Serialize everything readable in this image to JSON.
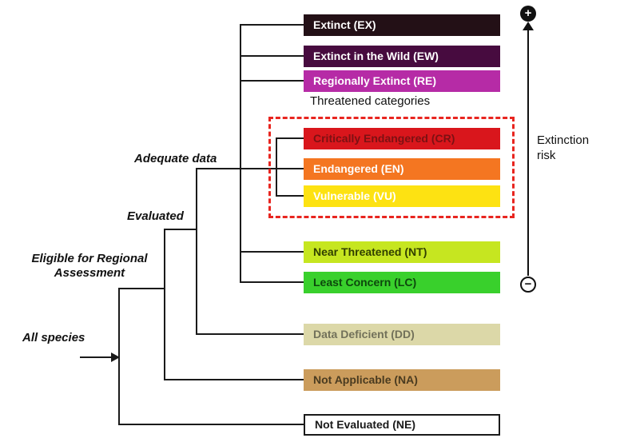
{
  "diagram": {
    "flow_labels": {
      "all_species": "All species",
      "eligible_line1": "Eligible for Regional",
      "eligible_line2": "Assessment",
      "evaluated": "Evaluated",
      "adequate_data": "Adequate data"
    },
    "threatened_group_label": "Threatened categories",
    "risk_axis": {
      "label_line1": "Extinction",
      "label_line2": "risk",
      "plus_symbol": "+",
      "minus_symbol": "−"
    },
    "categories": [
      {
        "id": "ex",
        "label": "Extinct (EX)",
        "bg": "#231016",
        "fg": "#ffffff"
      },
      {
        "id": "ew",
        "label": "Extinct in the Wild (EW)",
        "bg": "#470b3f",
        "fg": "#ffffff"
      },
      {
        "id": "re",
        "label": "Regionally Extinct (RE)",
        "bg": "#b62ba6",
        "fg": "#ffffff"
      },
      {
        "id": "cr",
        "label": "Critically Endangered (CR)",
        "bg": "#d9161c",
        "fg": "#7c1113"
      },
      {
        "id": "en",
        "label": "Endangered (EN)",
        "bg": "#f47621",
        "fg": "#ffffff"
      },
      {
        "id": "vu",
        "label": "Vulnerable (VU)",
        "bg": "#fde212",
        "fg": "#ffffff"
      },
      {
        "id": "nt",
        "label": "Near Threatened (NT)",
        "bg": "#c6e620",
        "fg": "#313f00"
      },
      {
        "id": "lc",
        "label": "Least Concern (LC)",
        "bg": "#39d02c",
        "fg": "#0d470d"
      },
      {
        "id": "dd",
        "label": "Data Deficient (DD)",
        "bg": "#dcd8a8",
        "fg": "#72715a"
      },
      {
        "id": "na",
        "label": "Not Applicable (NA)",
        "bg": "#cb9c5c",
        "fg": "#4a3b20"
      },
      {
        "id": "ne",
        "label": "Not Evaluated (NE)",
        "bg": "#ffffff",
        "fg": "#1a1a1a"
      }
    ],
    "colors": {
      "line": "#1a1a1a",
      "threatened_outline": "#e8251f"
    }
  }
}
